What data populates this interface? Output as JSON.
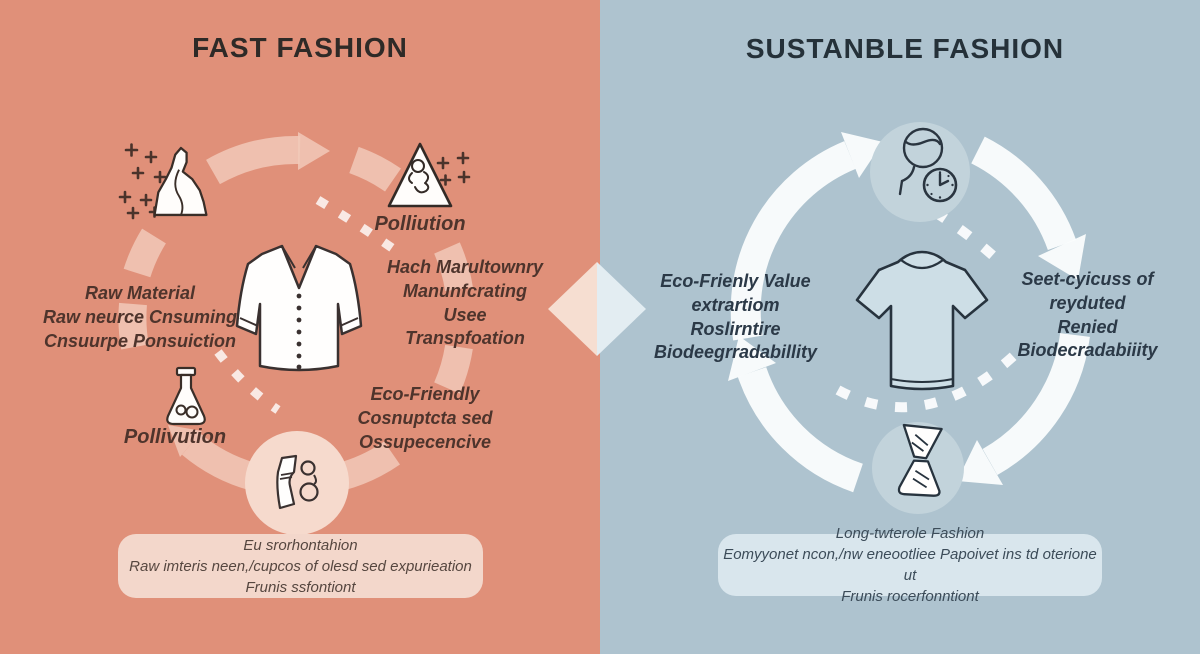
{
  "left_panel": {
    "title": "FAST FASHION",
    "labels": {
      "raw_material": "Raw Material\nRaw neurce Cnsuming\nCnsuurpe Ponsuiction",
      "pollution_top": "Polliution",
      "manufacturing": "Hach Marultownry\nManunfcrating\nUsee\nTranspfoation",
      "eco": "Eco-Friendly\nCosnuptcta sed\nOssupecencive",
      "pollution_bottom": "Pollivution"
    },
    "footer": "Eu srorhontahion\nRaw imteris neen,/cupcos of olesd sed expurieation\nFrunis ssfontiont",
    "icons": [
      "sparkles-icon",
      "rock-raw-material-icon",
      "pollution-triangle-icon",
      "blouse-icon",
      "flask-icon",
      "fabric-scrap-icon"
    ]
  },
  "right_panel": {
    "title": "SUSTANBLE FASHION",
    "labels": {
      "eco_value": "Eco-Frienly Value\nextrartiom\nRoslirntire\nBiodeegrradabillity",
      "lifecycle": "Seet-cyicuss of\nreyduted\nRenied\nBiodecradabiiity"
    },
    "footer": "Long-twterole Fashion\nEomyyonet ncon,/nw eneootliee Papoivet ins td oterione ut\nFrunis rocerfonntiont",
    "icons": [
      "person-clock-icon",
      "tshirt-icon",
      "folded-fabric-icon"
    ]
  },
  "colors": {
    "left_bg": "#E09079",
    "right_bg": "#AEC3CF",
    "left_arrow": "#F1C9B9",
    "right_arrow": "#FBFDFD",
    "left_node_circle": "#F6DACD",
    "right_node_circle": "#C2D3DB",
    "left_text": "#4E342C",
    "right_text": "#2B3947",
    "left_footer_bg": "#F3D7CB",
    "right_footer_bg": "#D9E6ED"
  }
}
